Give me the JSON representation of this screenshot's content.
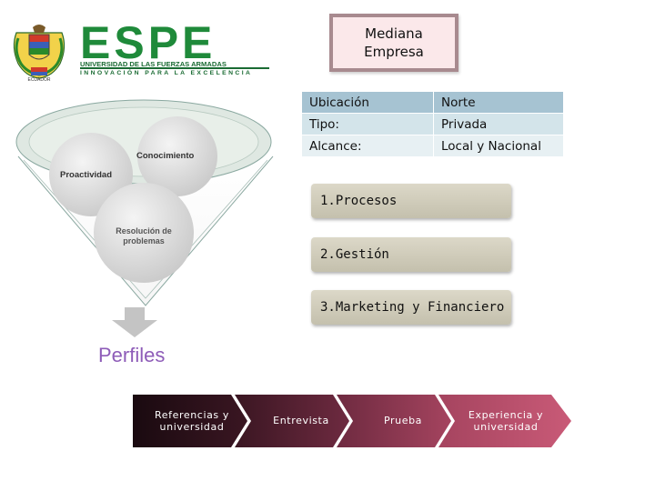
{
  "logo": {
    "name": "ESPE",
    "subtitle": "UNIVERSIDAD DE LAS FUERZAS ARMADAS",
    "tagline": "INNOVACIÓN PARA LA EXCELENCIA",
    "brand_color": "#1f8a3a"
  },
  "company_box": {
    "line1": "Mediana",
    "line2": "Empresa"
  },
  "info_table": {
    "rows": [
      {
        "label": "Ubicación",
        "value": "Norte"
      },
      {
        "label": "Tipo:",
        "value": "Privada"
      },
      {
        "label": "Alcance:",
        "value": "Local y Nacional"
      }
    ]
  },
  "steps": [
    {
      "label": "1.Procesos"
    },
    {
      "label": "2.Gestión"
    },
    {
      "label": "3.Marketing y Financiero"
    }
  ],
  "funnel": {
    "circles": [
      {
        "label": "Conocimiento"
      },
      {
        "label": "Proactividad"
      },
      {
        "label_line1": "Resolución de",
        "label_line2": "problemas"
      }
    ],
    "arrow_icon": "down-arrow-icon"
  },
  "perfiles": {
    "title": "Perfiles",
    "color": "#8e5cb8"
  },
  "process": {
    "stages": [
      {
        "line1": "Referencias y",
        "line2": "universidad"
      },
      {
        "line1": "Entrevista",
        "line2": ""
      },
      {
        "line1": "Prueba",
        "line2": ""
      },
      {
        "line1": "Experiencia y",
        "line2": "universidad"
      }
    ]
  }
}
